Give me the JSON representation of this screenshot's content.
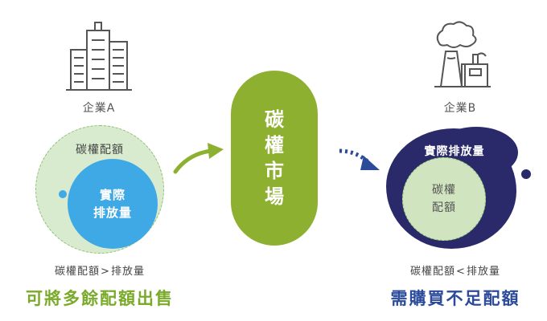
{
  "company_a": {
    "label": "企業A",
    "icon": "office-building-icon",
    "allowance_label": "碳權配額",
    "emission_label_line1": "實際",
    "emission_label_line2": "排放量",
    "compare": {
      "left": "碳權配額",
      "symbol": ">",
      "right": "排放量"
    },
    "outcome": "可將多餘配額出售"
  },
  "market": {
    "chars": [
      "碳",
      "權",
      "市",
      "場"
    ]
  },
  "company_b": {
    "label": "企業B",
    "icon": "factory-icon",
    "emission_label": "實際排放量",
    "allowance_label_line1": "碳權",
    "allowance_label_line2": "配額",
    "compare": {
      "left": "碳權配額",
      "symbol": "<",
      "right": "排放量"
    },
    "outcome": "需購買不足配額"
  },
  "colors": {
    "green": "#8db030",
    "light_green": "#d9ebcf",
    "blue": "#3fa9e6",
    "navy": "#2a2a6b",
    "arrow_blue": "#2b4a9a"
  }
}
